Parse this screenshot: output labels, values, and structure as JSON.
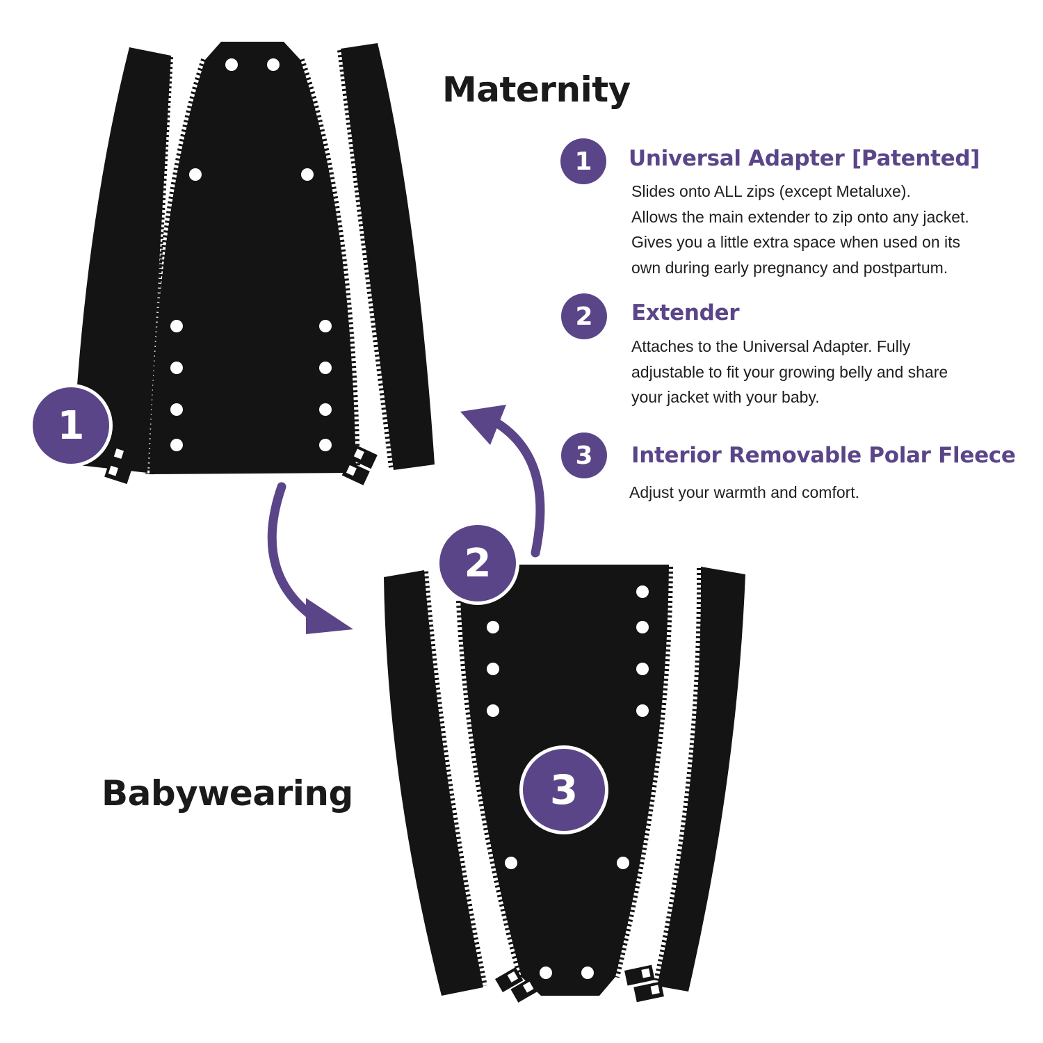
{
  "titles": {
    "maternity": "Maternity",
    "babywearing": "Babywearing"
  },
  "legend": [
    {
      "number": "1",
      "title": "Universal Adapter [Patented]",
      "lines": [
        "Slides onto ALL zips (except Metaluxe).",
        "Allows the main extender to zip onto any jacket.",
        "Gives you a little extra space when used on its",
        "own during early pregnancy and postpartum."
      ]
    },
    {
      "number": "2",
      "title": "Extender",
      "lines": [
        "Attaches to the Universal Adapter. Fully",
        "adjustable to fit your growing belly and share",
        "your jacket with your baby."
      ]
    },
    {
      "number": "3",
      "title": "Interior Removable Polar Fleece",
      "lines": [
        "Adjust your warmth and comfort."
      ]
    }
  ],
  "diagram_badges": {
    "adapter": "1",
    "extender": "2",
    "fleece": "3"
  },
  "colors": {
    "accent_purple": "#5a4589",
    "panel_black": "#141414",
    "text_dark": "#1e1e1e"
  },
  "icons": [
    "curved-arrow-down-icon",
    "curved-arrow-up-icon",
    "zipper-pull-icon"
  ]
}
